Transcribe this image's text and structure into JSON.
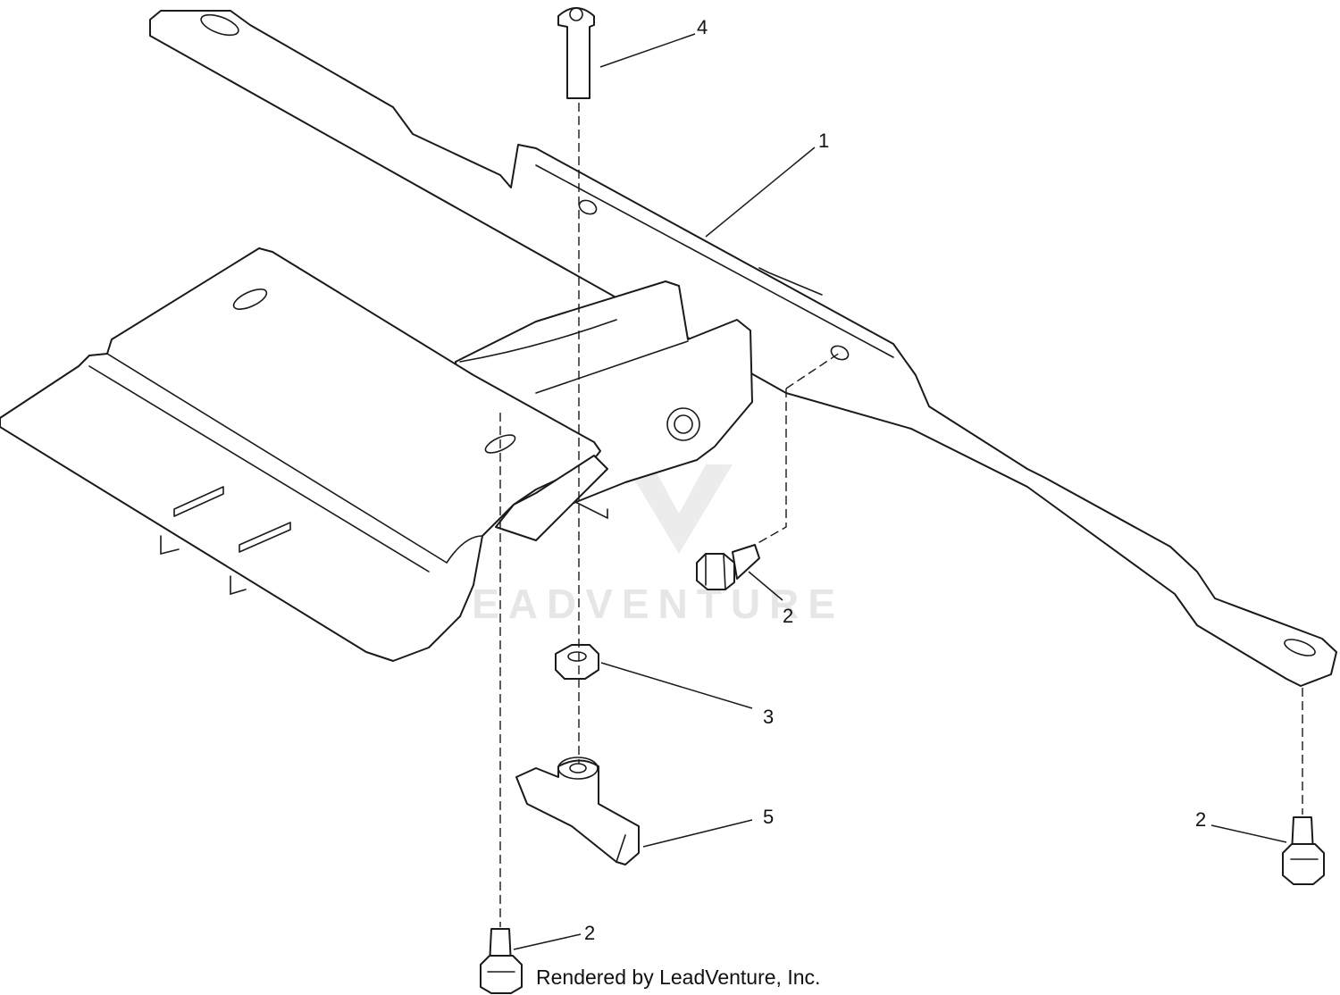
{
  "callouts": {
    "c1": "1",
    "c2a": "2",
    "c2b": "2",
    "c2c": "2",
    "c3": "3",
    "c4": "4",
    "c5": "5"
  },
  "watermark": "LEADVENTURE",
  "footer": "Rendered by LeadVenture, Inc."
}
